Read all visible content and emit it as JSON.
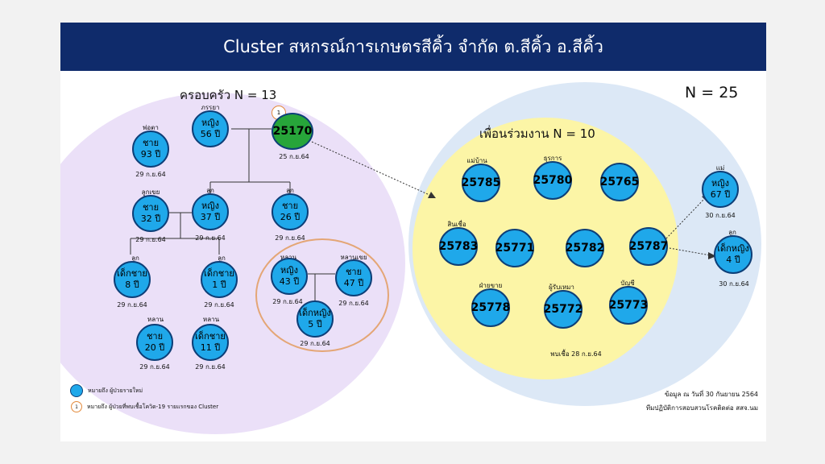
{
  "title": "Cluster สหกรณ์การเกษตรสีคิ้ว จำกัด ต.สีคิ้ว อ.สีคิ้ว",
  "total_label": "N = 25",
  "family_label": "ครอบครัว N = 13",
  "coworker_label": "เพื่อนร่วมงาน N = 10",
  "index_badge": "1",
  "nodes": {
    "father": {
      "role": "พ่อตา",
      "gender": "ชาย",
      "age": "93 ปี",
      "date": "29 ก.ย.64"
    },
    "wife": {
      "role": "ภรรยา",
      "gender": "หญิง",
      "age": "56 ปี"
    },
    "index": {
      "id": "25170",
      "date": "25 ก.ย.64"
    },
    "son_in_law": {
      "role": "ลูกเขย",
      "gender": "ชาย",
      "age": "32 ปี",
      "date": "29 ก.ย.64"
    },
    "daughter": {
      "role": "ลูก",
      "gender": "หญิง",
      "age": "37 ปี",
      "date": "29 ก.ย.64"
    },
    "son": {
      "role": "ลูก",
      "gender": "ชาย",
      "age": "26 ปี",
      "date": "29 ก.ย.64"
    },
    "grandson_8": {
      "role": "ลูก",
      "gender": "เด็กชาย",
      "age": "8 ปี",
      "date": "29 ก.ย.64"
    },
    "grandson_1": {
      "role": "ลูก",
      "gender": "เด็กชาย",
      "age": "1 ปี",
      "date": "29 ก.ย.64"
    },
    "niece_43": {
      "role": "หลาน",
      "gender": "หญิง",
      "age": "43 ปี",
      "date": "29 ก.ย.64"
    },
    "nephew_in_law": {
      "role": "หลานเขย",
      "gender": "ชาย",
      "age": "47 ปี",
      "date": "29 ก.ย.64"
    },
    "girl_5": {
      "gender": "เด็กหญิง",
      "age": "5 ปี",
      "date": "29 ก.ย.64"
    },
    "grandchild_20": {
      "role": "หลาน",
      "gender": "ชาย",
      "age": "20 ปี",
      "date": "29 ก.ย.64"
    },
    "grandchild_11": {
      "role": "หลาน",
      "gender": "เด็กชาย",
      "age": "11 ปี",
      "date": "29 ก.ย.64"
    },
    "c25785": {
      "role": "แม่บ้าน",
      "id": "25785"
    },
    "c25780": {
      "role": "ธุรการ",
      "id": "25780"
    },
    "c25765": {
      "id": "25765"
    },
    "c25783": {
      "role": "สินเชื่อ",
      "id": "25783"
    },
    "c25771": {
      "id": "25771"
    },
    "c25782": {
      "id": "25782"
    },
    "c25787": {
      "id": "25787"
    },
    "c25778": {
      "role": "ฝ่ายขาย",
      "id": "25778"
    },
    "c25772": {
      "role": "ผู้รับเหมา",
      "id": "25772"
    },
    "c25773": {
      "role": "บัญชี",
      "id": "25773"
    },
    "mother": {
      "role": "แม่",
      "gender": "หญิง",
      "age": "67 ปี",
      "date": "30 ก.ย.64"
    },
    "child_girl": {
      "role": "ลูก",
      "gender": "เด็กหญิง",
      "age": "4 ปี",
      "date": "30 ก.ย.64"
    }
  },
  "coworker_found": "พบเชื้อ 28 ก.ย.64",
  "legend": {
    "dot": "หมายถึง ผู้ป่วยรายใหม่",
    "ring": "หมายถึง ผู้ป่วยที่พบเชื้อโควิด-19 รายแรกของ Cluster",
    "ring_num": "1"
  },
  "source": {
    "line1": "ข้อมูล ณ วันที่ 30 กันยายน 2564",
    "line2": "ทีมปฏิบัติการสอบสวนโรคติดต่อ สสจ.นม"
  },
  "colors": {
    "header": "#0f2b6b",
    "node": "#1fa8ea",
    "index": "#27a53a",
    "family_bg": "#ebe0f8",
    "coworker_bg": "#fcf5a6",
    "n25_bg": "#dce8f6"
  }
}
